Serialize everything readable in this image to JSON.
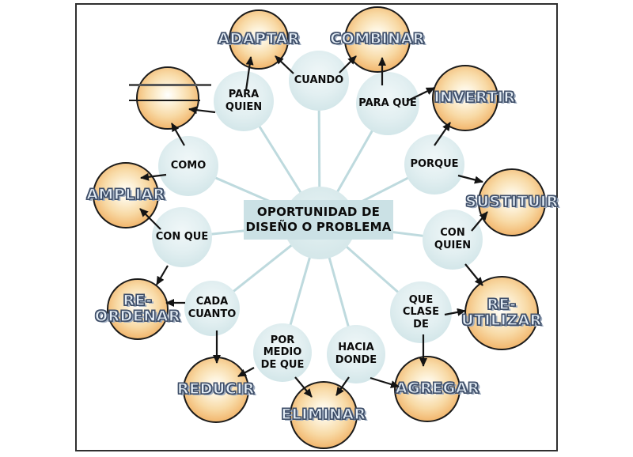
{
  "figure": {
    "title_none": "",
    "center_box": {
      "label": "OPORTUNIDAD DE\nDISEÑO O PROBLEMA"
    },
    "questions": {
      "cuando": {
        "label": "CUANDO"
      },
      "para_que": {
        "label": "PARA QUE"
      },
      "porque": {
        "label": "PORQUE"
      },
      "con_quien": {
        "label": "CON\nQUIEN"
      },
      "que_clase_de": {
        "label": "QUE CLASE\nDE"
      },
      "hacia_donde": {
        "label": "HACIA\nDONDE"
      },
      "por_medio_de_que": {
        "label": "POR MEDIO\nDE QUE"
      },
      "cada_cuanto": {
        "label": "CADA\nCUANTO"
      },
      "con_que": {
        "label": "CON QUE"
      },
      "como": {
        "label": "COMO"
      },
      "para_quien": {
        "label": "PARA\nQUIEN"
      }
    },
    "actions": {
      "adaptar": {
        "label": "ADAPTAR"
      },
      "combinar": {
        "label": "COMBINAR"
      },
      "invertir": {
        "label": "INVERTIR"
      },
      "sustituir": {
        "label": "SUSTITUIR"
      },
      "re_utilizar": {
        "label": "RE-\nUTILIZAR"
      },
      "agregar": {
        "label": "AGREGAR"
      },
      "eliminar": {
        "label": "ELIMINAR"
      },
      "reducir": {
        "label": "REDUCIR"
      },
      "re_ordenar": {
        "label": "RE-\nORDENAR"
      },
      "ampliar": {
        "label": "AMPLIAR"
      },
      "blank": {
        "label": ""
      }
    },
    "connections": [
      {
        "from": "PARA QUIEN",
        "to": "ADAPTAR"
      },
      {
        "from": "CUANDO",
        "to": "ADAPTAR"
      },
      {
        "from": "CUANDO",
        "to": "COMBINAR"
      },
      {
        "from": "PARA QUE",
        "to": "COMBINAR"
      },
      {
        "from": "PARA QUE",
        "to": "INVERTIR"
      },
      {
        "from": "PORQUE",
        "to": "INVERTIR"
      },
      {
        "from": "PORQUE",
        "to": "SUSTITUIR"
      },
      {
        "from": "CON QUIEN",
        "to": "SUSTITUIR"
      },
      {
        "from": "CON QUIEN",
        "to": "RE-UTILIZAR"
      },
      {
        "from": "QUE CLASE DE",
        "to": "RE-UTILIZAR"
      },
      {
        "from": "QUE CLASE DE",
        "to": "AGREGAR"
      },
      {
        "from": "HACIA DONDE",
        "to": "AGREGAR"
      },
      {
        "from": "HACIA DONDE",
        "to": "ELIMINAR"
      },
      {
        "from": "POR MEDIO DE QUE",
        "to": "ELIMINAR"
      },
      {
        "from": "POR MEDIO DE QUE",
        "to": "REDUCIR"
      },
      {
        "from": "CADA CUANTO",
        "to": "REDUCIR"
      },
      {
        "from": "CADA CUANTO",
        "to": "RE-ORDENAR"
      },
      {
        "from": "CON QUE",
        "to": "RE-ORDENAR"
      },
      {
        "from": "CON QUE",
        "to": "AMPLIAR"
      },
      {
        "from": "COMO",
        "to": "AMPLIAR"
      },
      {
        "from": "COMO",
        "to": "(blank circle)"
      },
      {
        "from": "PARA QUIEN",
        "to": "(blank circle)"
      }
    ],
    "colors": {
      "action_fill": "#f1b267",
      "action_border": "#1b1b1b",
      "action_text": "#e4edf5",
      "action_text_outline": "#3e4e69",
      "question_fill": "#d9eaec",
      "hub_box_fill": "#cbe1e5",
      "spoke_line": "#bedade",
      "arrow": "#141414",
      "text": "#0b0b0b",
      "frame_border": "#2f2f2f"
    }
  }
}
